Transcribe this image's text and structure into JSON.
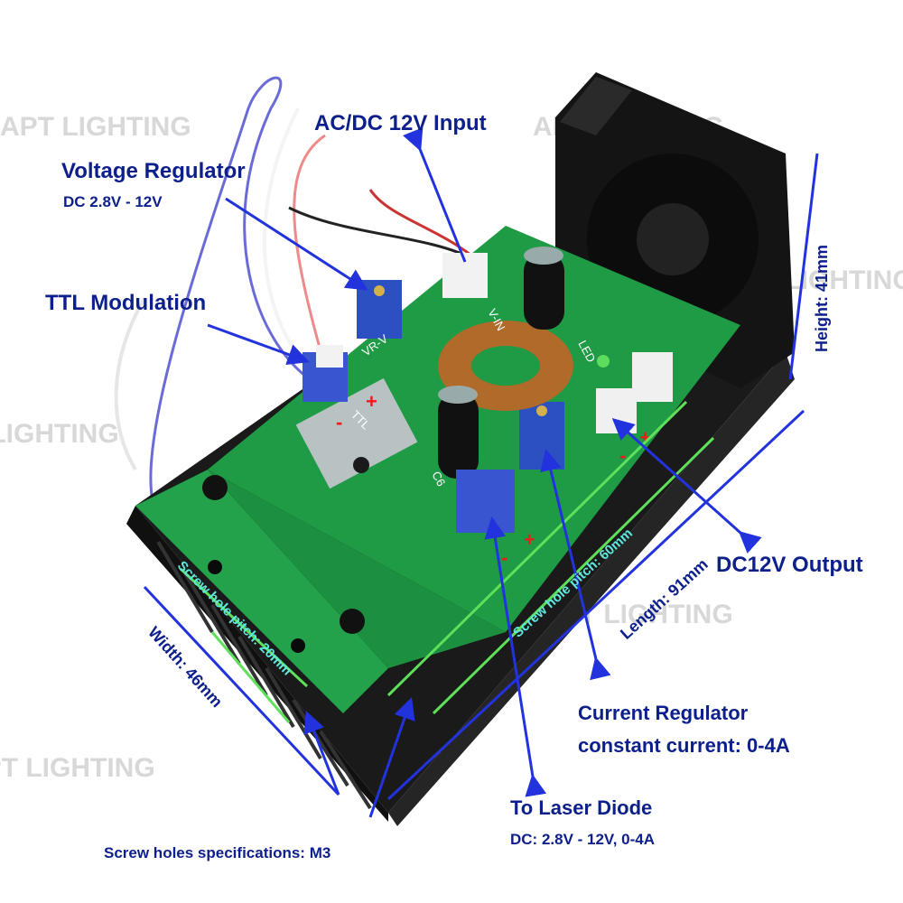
{
  "watermark": "APT LIGHTING",
  "labels": {
    "ac_input": "AC/DC 12V Input",
    "voltage_regulator": "Voltage Regulator",
    "voltage_range": "DC 2.8V - 12V",
    "ttl_modulation": "TTL Modulation",
    "dc12v_output": "DC12V Output",
    "current_regulator": "Current Regulator",
    "constant_current": "constant current: 0-4A",
    "to_laser_diode": "To Laser Diode",
    "laser_diode_spec": "DC: 2.8V - 12V,  0-4A",
    "screw_spec": "Screw holes specifications: M3"
  },
  "dimensions": {
    "height": "Height: 41mm",
    "length": "Length: 91mm",
    "width": "Width: 46mm",
    "pitch_60": "Screw hole pitch: 60mm",
    "pitch_20": "Screw hole pitch: 20mm"
  },
  "pcb_silkscreen": {
    "vr_v": "VR-V",
    "v_in": "V-IN",
    "ttl": "TTL",
    "led": "LED",
    "c6": "C6"
  },
  "colors": {
    "label_blue": "#0d1f8a",
    "arrow_blue": "#2233dd",
    "pcb_green": "#1f9a45",
    "heatsink_black": "#151515",
    "pitch_line_green": "#5ee05a",
    "pitch_text_cyan": "#5fe8e0"
  }
}
